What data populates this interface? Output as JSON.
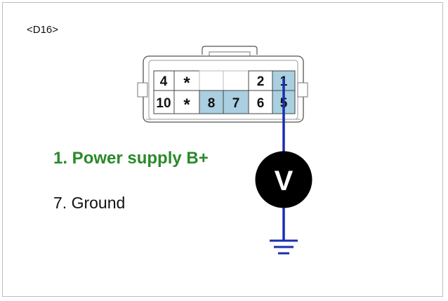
{
  "connector": {
    "label": "<D16>",
    "top_row": [
      "4",
      "*",
      "",
      "",
      "2",
      "1"
    ],
    "bottom_row": [
      "10",
      "*",
      "8",
      "7",
      "6",
      "5"
    ]
  },
  "meter": {
    "symbol": "V"
  },
  "legend": [
    {
      "text": "1. Power supply B+",
      "color": "#2a8a2a"
    },
    {
      "text": "7. Ground",
      "color": "#111111"
    }
  ],
  "colors": {
    "probe_wire": "#1a2fb0",
    "highlighted_pin": "#a9cfe0",
    "pin_cell": "#ffffff",
    "housing": "#ffffff",
    "meter_body": "#000000"
  }
}
